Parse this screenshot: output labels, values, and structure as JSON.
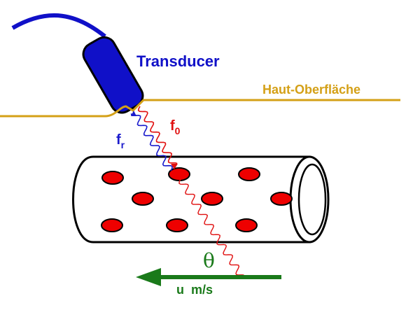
{
  "labels": {
    "transducer": "Transducer",
    "skin_surface": "Haut-Oberfläche",
    "received_freq_base": "f",
    "received_freq_sub": "r",
    "emitted_freq_base": "f",
    "emitted_freq_sub": "0",
    "angle": "θ",
    "velocity": "u  m/s"
  },
  "colors": {
    "transducer": "#1010c8",
    "skin": "#d4a017",
    "received_wave": "#1a1acc",
    "emitted_wave": "#e01010",
    "blood_cell": "#ee0000",
    "flow_arrow": "#1a7a1a",
    "outline": "#000000"
  }
}
